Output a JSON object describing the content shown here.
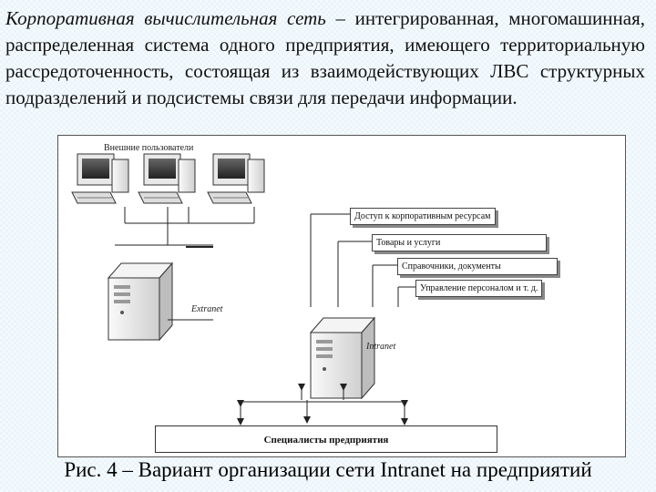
{
  "paragraph": {
    "term": "Корпоративная вычислительная сеть",
    "body": " – интегрированная, многомашинная, распределенная система одного предприятия, имеющего территориальную рассредоточенность, состоящая из взаимодействующих ЛВС структурных подразделений и подсистемы связи для передачи информации."
  },
  "diagram": {
    "external_users_label": "Внешние пользователи",
    "resource_boxes": [
      "Доступ к корпоративным ресурсам",
      "Товары и услуги",
      "Справочники, документы",
      "Управление персоналом и т. д."
    ],
    "extranet_label": "Extranet",
    "intranet_label": "Intranet",
    "specialists_label": "Специалисты предприятия"
  },
  "caption": "Рис. 4 – Вариант организации сети Intranet на предприятий"
}
